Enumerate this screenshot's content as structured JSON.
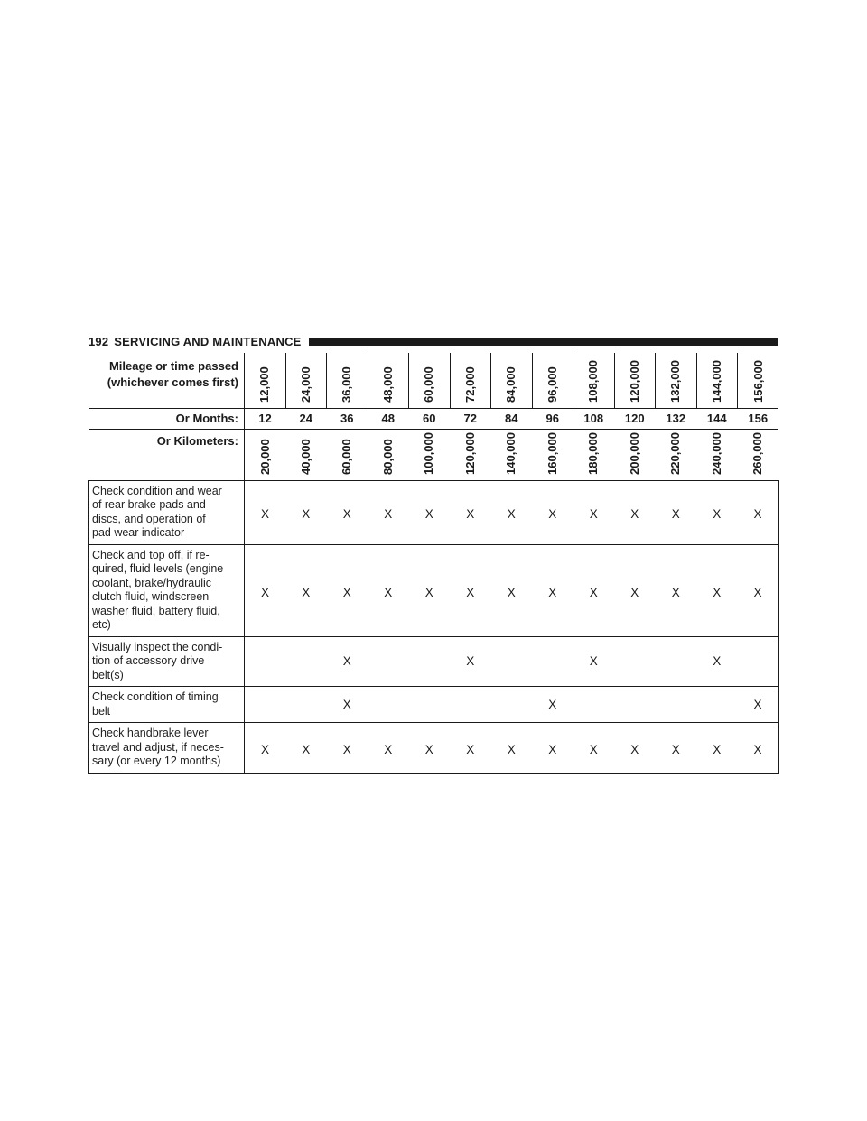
{
  "header": {
    "page_number": "192",
    "section_title": "SERVICING AND MAINTENANCE"
  },
  "schedule": {
    "mileage_label_line1": "Mileage or time passed",
    "mileage_label_line2": "(whichever comes first)",
    "mileage": [
      "12,000",
      "24,000",
      "36,000",
      "48,000",
      "60,000",
      "72,000",
      "84,000",
      "96,000",
      "108,000",
      "120,000",
      "132,000",
      "144,000",
      "156,000"
    ],
    "months_label": "Or Months:",
    "months": [
      "12",
      "24",
      "36",
      "48",
      "60",
      "72",
      "84",
      "96",
      "108",
      "120",
      "132",
      "144",
      "156"
    ],
    "km_label": "Or Kilometers:",
    "kilometers": [
      "20,000",
      "40,000",
      "60,000",
      "80,000",
      "100,000",
      "120,000",
      "140,000",
      "160,000",
      "180,000",
      "200,000",
      "220,000",
      "240,000",
      "260,000"
    ],
    "tasks": [
      {
        "lines": [
          "Check condition and wear",
          "of rear brake pads and",
          "discs, and operation of",
          "pad wear indicator"
        ],
        "marks": [
          "X",
          "X",
          "X",
          "X",
          "X",
          "X",
          "X",
          "X",
          "X",
          "X",
          "X",
          "X",
          "X"
        ]
      },
      {
        "lines": [
          "Check and top off, if re-",
          "quired, fluid levels (engine",
          "coolant, brake/hydraulic",
          "clutch fluid, windscreen",
          "washer fluid, battery fluid,",
          "etc)"
        ],
        "marks": [
          "X",
          "X",
          "X",
          "X",
          "X",
          "X",
          "X",
          "X",
          "X",
          "X",
          "X",
          "X",
          "X"
        ]
      },
      {
        "lines": [
          "Visually inspect the condi-",
          "tion of accessory drive",
          "belt(s)"
        ],
        "marks": [
          "",
          "",
          "X",
          "",
          "",
          "X",
          "",
          "",
          "X",
          "",
          "",
          "X",
          ""
        ]
      },
      {
        "lines": [
          "Check condition of timing",
          "belt"
        ],
        "marks": [
          "",
          "",
          "X",
          "",
          "",
          "",
          "",
          "X",
          "",
          "",
          "",
          "",
          "X"
        ]
      },
      {
        "lines": [
          "Check handbrake lever",
          "travel and adjust, if neces-",
          "sary (or every 12 months)"
        ],
        "marks": [
          "X",
          "X",
          "X",
          "X",
          "X",
          "X",
          "X",
          "X",
          "X",
          "X",
          "X",
          "X",
          "X"
        ]
      }
    ]
  }
}
